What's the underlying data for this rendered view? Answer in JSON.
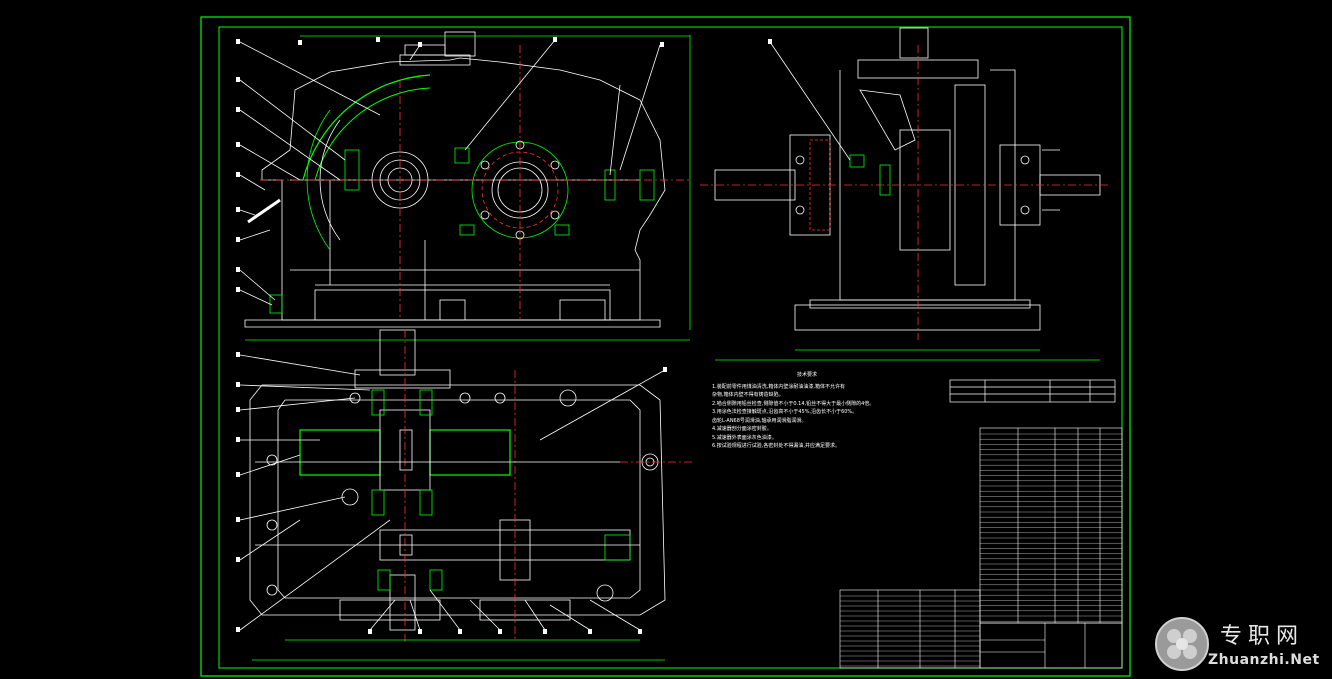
{
  "drawing": {
    "colors": {
      "background": "#000000",
      "frame": "#00ff00",
      "lines": "#ffffff",
      "centerline": "#ff3030",
      "accent": "#00ff00"
    },
    "views": [
      "front-section",
      "side-section",
      "plan-section"
    ]
  },
  "notes": {
    "title": "技术要求",
    "lines": [
      "1.装配前零件用煤油清洗,箱体内壁涂耐油油漆,箱体不允许有",
      "  杂物,箱体内壁不得有铸造缺陷。",
      "2.啮合侧隙用铅丝检查,侧隙值不小于0.14,铅丝不得大于最小侧隙的4倍。",
      "3.用涂色法检查接触斑点,沿齿高不小于45%,沿齿长不小于60%。",
      "  齿轮L-AN68号润滑油,轴承用润滑脂润滑。",
      "4.减速器剖分面涂密封胶。",
      "5.减速器外表面涂灰色油漆。",
      "6.按试验规程进行试验,各密封处不得漏油,并应满足要求。"
    ]
  },
  "watermark": {
    "cn": "专职网",
    "en": "Zhuanzhi.Net"
  }
}
